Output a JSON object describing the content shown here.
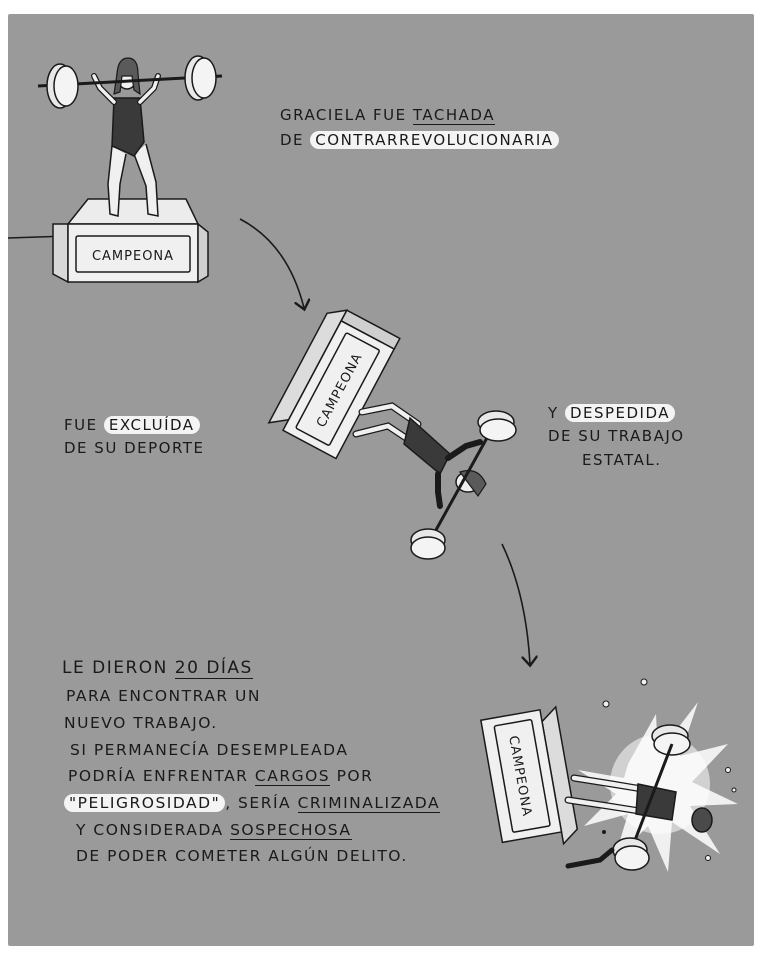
{
  "texts": {
    "top": {
      "line1_pre": "GRACIELA FUE ",
      "line1_underlined": "TACHADA",
      "line2_pre": "DE ",
      "line2_highlight": "CONTRARREVOLUCIONARIA"
    },
    "left": {
      "line1_pre": "FUE ",
      "line1_highlight": "EXCLUÍDA",
      "line2": "DE SU DEPORTE"
    },
    "right": {
      "line1_pre": "Y ",
      "line1_highlight": "DESPEDIDA",
      "line2": "DE SU TRABAJO",
      "line3": "ESTATAL."
    },
    "bottom": {
      "l1_pre": "LE DIERON ",
      "l1_underlined": "20 DÍAS",
      "l2": "PARA ENCONTRAR UN",
      "l3": "NUEVO TRABAJO.",
      "l4": "SI PERMANECÍA DESEMPLEADA",
      "l5_pre": "PODRÍA ENFRENTAR ",
      "l5_underlined": "CARGOS",
      "l5_post": " POR",
      "l6_highlight": "\"PELIGROSIDAD\"",
      "l6_mid": ", SERÍA ",
      "l6_underlined": "CRIMINALIZADA",
      "l7_pre": "Y CONSIDERADA ",
      "l7_underlined": "SOSPECHOSA",
      "l8": "DE PODER COMETER ALGÚN DELITO."
    }
  },
  "pedestal_label": "CAMPEONA",
  "colors": {
    "background": "#9a9a9a",
    "ink": "#1a1a1a",
    "highlight": "#f4f4f4"
  }
}
